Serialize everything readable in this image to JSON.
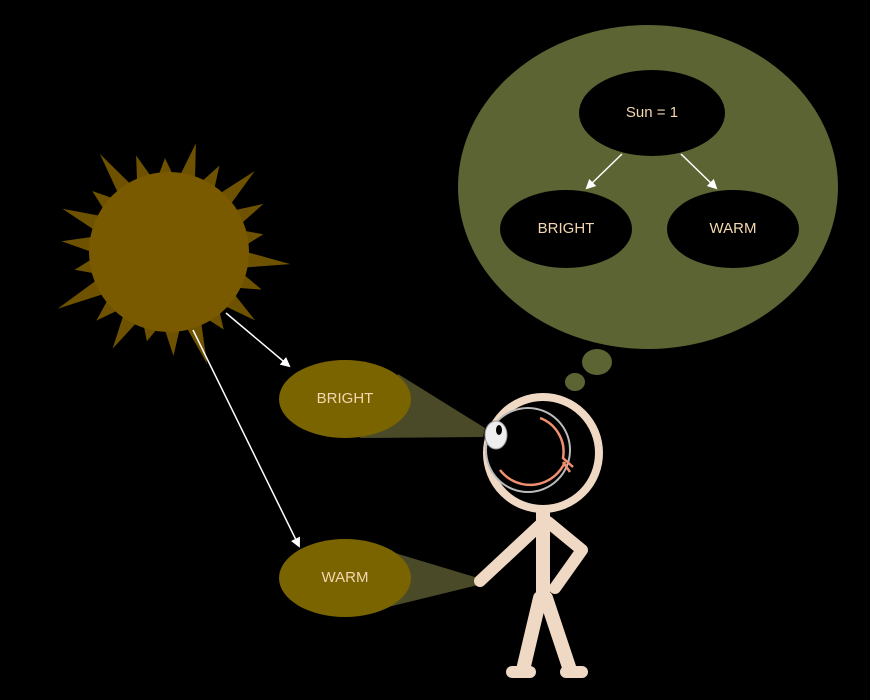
{
  "colors": {
    "background": "#000000",
    "sun": "#7a5a00",
    "sun_rays": "#6e5200",
    "perception_nodes": "#7a6400",
    "thought_bubble": "#5c6434",
    "label_text": "#f3d7b0",
    "figure": "#f0d9c4",
    "eye_accent": "#f09070"
  },
  "percepts": {
    "bright": "BRIGHT",
    "warm": "WARM"
  },
  "thought": {
    "root": "Sun = 1",
    "left": "BRIGHT",
    "right": "WARM"
  }
}
